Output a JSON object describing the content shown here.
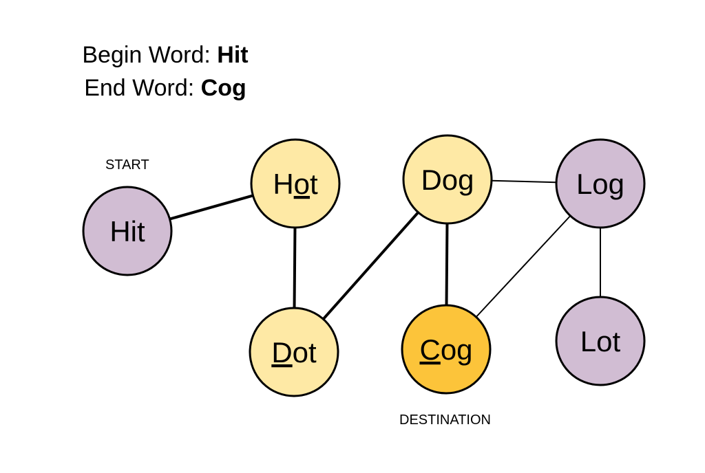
{
  "header": {
    "begin_label": "Begin Word: ",
    "begin_word": "Hit",
    "end_label": "End Word: ",
    "end_word": "Cog"
  },
  "captions": {
    "start": "START",
    "destination": "DESTINATION"
  },
  "colors": {
    "start_node": "#d1bdd3",
    "path_node": "#fee9a5",
    "destination_node": "#fcc43a",
    "stroke": "#000000"
  },
  "nodes": [
    {
      "id": "hit",
      "parts": [
        {
          "t": "Hit",
          "u": false
        }
      ],
      "kind": "start"
    },
    {
      "id": "hot",
      "parts": [
        {
          "t": "H",
          "u": false
        },
        {
          "t": "o",
          "u": true
        },
        {
          "t": "t",
          "u": false
        }
      ],
      "kind": "path"
    },
    {
      "id": "dot",
      "parts": [
        {
          "t": "D",
          "u": true
        },
        {
          "t": "ot",
          "u": false
        }
      ],
      "kind": "path"
    },
    {
      "id": "dog",
      "parts": [
        {
          "t": "Do",
          "u": false
        },
        {
          "t": "g",
          "u": true
        }
      ],
      "kind": "path"
    },
    {
      "id": "cog",
      "parts": [
        {
          "t": "C",
          "u": true
        },
        {
          "t": "og",
          "u": false
        }
      ],
      "kind": "destination"
    },
    {
      "id": "log",
      "parts": [
        {
          "t": "Log",
          "u": false
        }
      ],
      "kind": "start"
    },
    {
      "id": "lot",
      "parts": [
        {
          "t": "Lot",
          "u": false
        }
      ],
      "kind": "start"
    }
  ],
  "edges": [
    {
      "from": "hit",
      "to": "hot",
      "weight": "thick"
    },
    {
      "from": "hot",
      "to": "dot",
      "weight": "thick"
    },
    {
      "from": "dot",
      "to": "dog",
      "weight": "thick"
    },
    {
      "from": "dog",
      "to": "cog",
      "weight": "thick"
    },
    {
      "from": "dog",
      "to": "log",
      "weight": "thin"
    },
    {
      "from": "log",
      "to": "cog",
      "weight": "thin"
    },
    {
      "from": "log",
      "to": "lot",
      "weight": "thin"
    }
  ]
}
